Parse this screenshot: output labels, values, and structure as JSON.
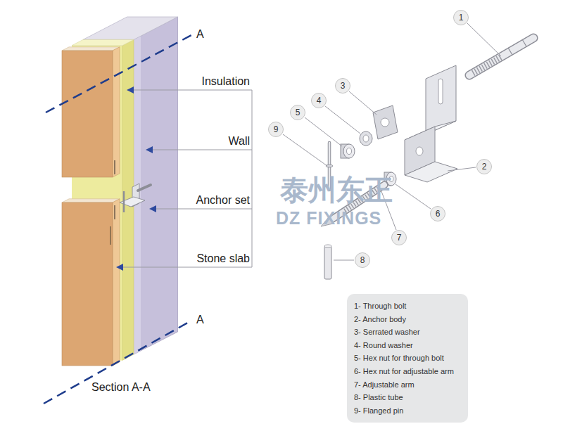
{
  "diagram": {
    "nodes": [
      {
        "text": [
          "1"
        ]
      },
      {
        "text": [
          "3"
        ]
      },
      {
        "text": [
          "4"
        ]
      },
      {
        "text": [
          "5"
        ]
      },
      {
        "text": [
          "9"
        ]
      },
      {
        "text": [
          "2"
        ]
      },
      {
        "text": [
          "6"
        ]
      },
      {
        "text": [
          "7"
        ]
      },
      {
        "text": [
          "8"
        ]
      },
      {
        "text": [
          "1- Through bolt",
          "2- Anchor body",
          "3- Serrated washer",
          "4- Round washer",
          "5- Hex nut for through bolt",
          "6- Hex nut for adjustable arm",
          "7- Adjustable arm",
          "8- Plastic tube",
          "9- Flanged pin"
        ]
      }
    ],
    "labels": [
      "A",
      "Insulation",
      "Wall",
      "Anchor set",
      "Stone slab",
      "A",
      "Section A-A",
      "泰州东正",
      "DZ FIXINGS"
    ]
  }
}
